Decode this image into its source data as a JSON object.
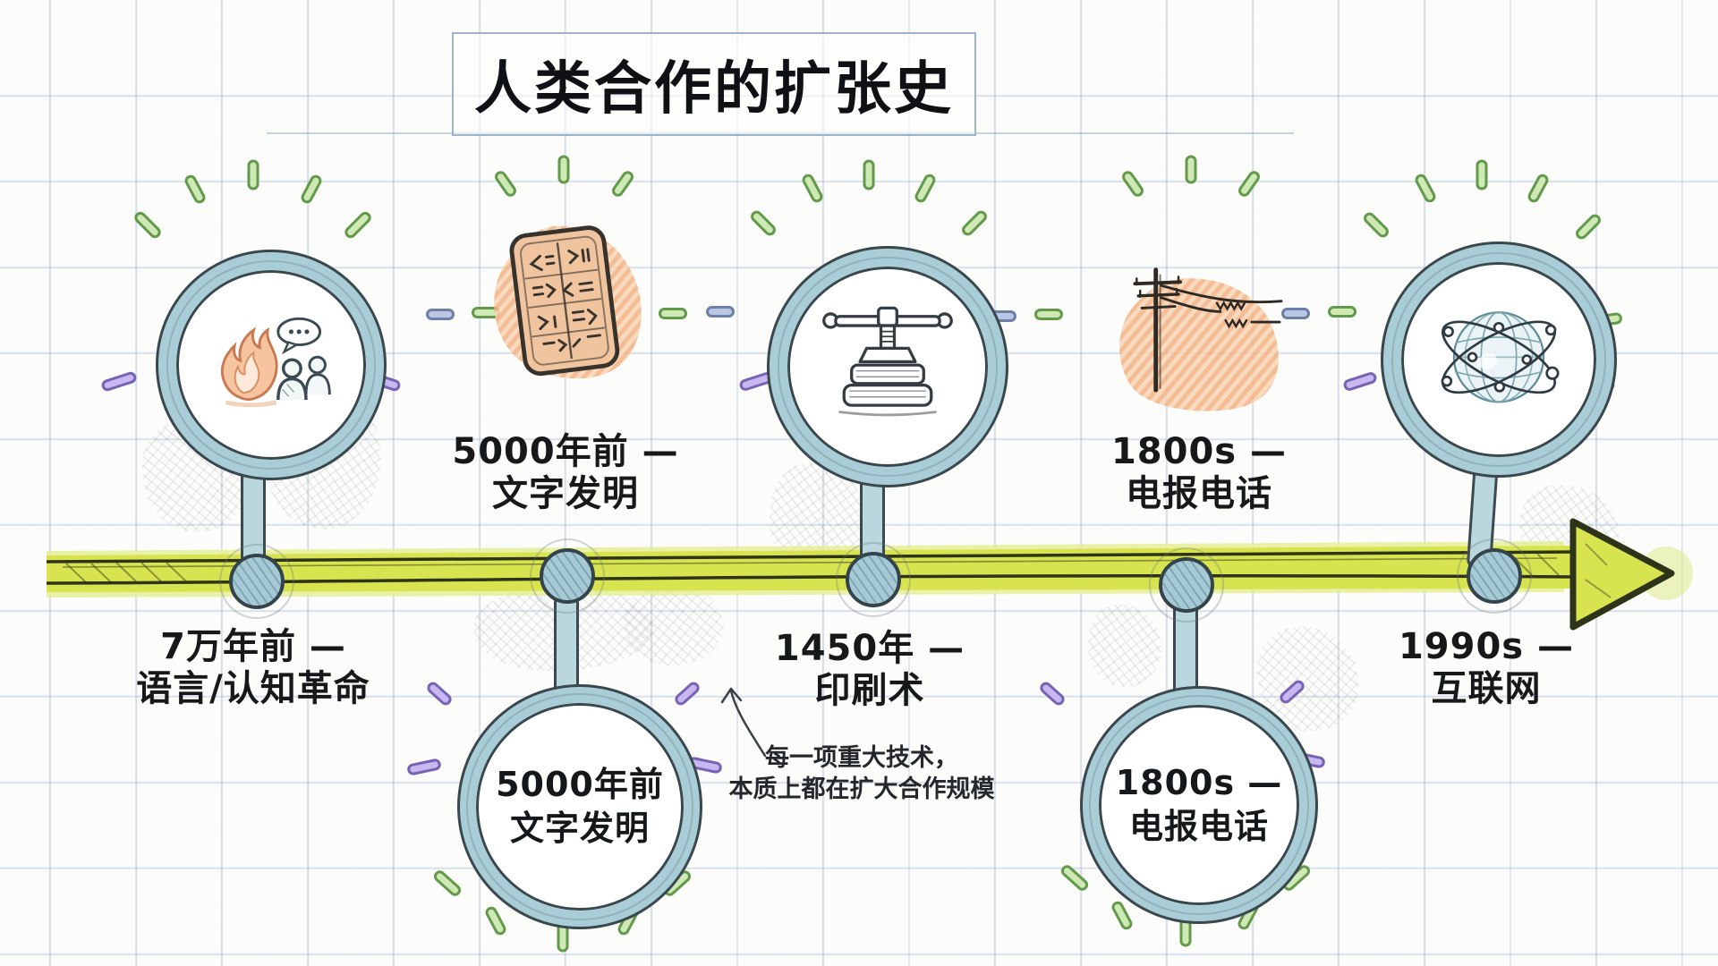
{
  "title": "人类合作的扩张史",
  "annotation": {
    "line1": "每一项重大技术，",
    "line2": "本质上都在扩大合作规模"
  },
  "milestones": [
    {
      "time": "7万年前 —",
      "name": "语言/认知革命",
      "icon": "fire-speech-icon"
    },
    {
      "time": "5000年前 —",
      "name": "文字发明",
      "icon": "clay-tablet-icon",
      "bubble_time": "5000年前",
      "bubble_name": "文字发明"
    },
    {
      "time": "1450年 —",
      "name": "印刷术",
      "icon": "printing-press-icon"
    },
    {
      "time": "1800s —",
      "name": "电报电话",
      "icon": "telegraph-wires-icon",
      "bubble_time": "1800s —",
      "bubble_name": "电报电话"
    },
    {
      "time": "1990s —",
      "name": "互联网",
      "icon": "globe-network-icon"
    }
  ],
  "colors": {
    "timeline_green": "#d8e44f",
    "ring_teal": "#a9cdd6",
    "dash_green": "#cfe9b4",
    "dash_purple": "#c8b7f0",
    "dash_slate": "#b9c7e2",
    "accent_orange": "#f0c49e",
    "ink": "#16181a"
  }
}
